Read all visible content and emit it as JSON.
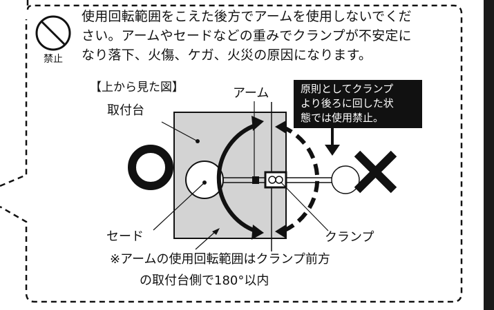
{
  "prohibition": {
    "label": "禁止",
    "text_lines": [
      "使用回転範囲をこえた後方でアームを使用しないでくだ",
      "さい。アームやセードなどの重みでクランプが不安定に",
      "なり落下、火傷、ケガ、火災の原因になります。"
    ]
  },
  "diagram": {
    "title": "【上から見た図】",
    "labels": {
      "mount": "取付台",
      "arm": "アーム",
      "shade": "セード",
      "clamp": "クランプ"
    },
    "callout_lines": [
      "原則としてクランプ",
      "より後ろに回した状",
      "態では使用禁止。"
    ],
    "ok_symbol": "○",
    "ng_symbol": "×",
    "note_lines": [
      "※アームの使用回転範囲はクランプ前方",
      "の取付台側で180°以内"
    ]
  },
  "colors": {
    "mount_fill": "#d3d3d3",
    "ink": "#111111",
    "callout_bg": "#111111",
    "callout_text": "#ffffff"
  }
}
